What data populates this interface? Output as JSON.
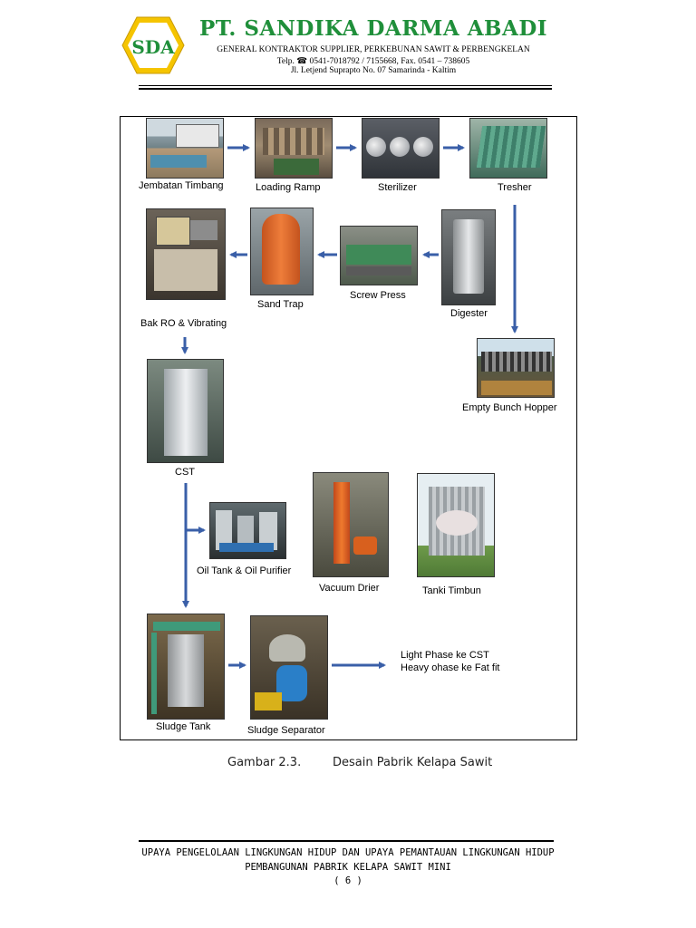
{
  "header": {
    "logo_text": "SDA",
    "company_name": "PT. SANDIKA DARMA ABADI",
    "line1": "GENERAL KONTRAKTOR SUPPLIER, PERKEBUNAN SAWIT & PERBENGKELAN",
    "line2": "Telp. ☎ 0541-7018792 / 7155668, Fax. 0541 – 738605",
    "line3": "Jl. Letjend Suprapto No. 07 Samarinda - Kaltim",
    "colors": {
      "company": "#1f8f3a",
      "logo_fill": "#f5c400",
      "logo_text": "#1f8f3a"
    }
  },
  "figure": {
    "labels": {
      "jembatan_timbang": "Jembatan Timbang",
      "loading_ramp": "Loading Ramp",
      "sterilizer": "Sterilizer",
      "tresher": "Tresher",
      "bak_ro": "Bak RO & Vibrating",
      "sand_trap": "Sand Trap",
      "screw_press": "Screw Press",
      "digester": "Digester",
      "empty_bunch_hopper": "Empty Bunch Hopper",
      "cst": "CST",
      "oil_tank": "Oil Tank & Oil Purifier",
      "vacuum_drier": "Vacuum Drier",
      "tanki_timbun": "Tanki Timbun",
      "sludge_tank": "Sludge Tank",
      "sludge_separator": "Sludge Separator",
      "light_phase": "Light Phase ke CST",
      "heavy_phase": "Heavy ohase ke Fat fit"
    },
    "photo_icons": [
      "weighbridge-photo",
      "loading-ramp-photo",
      "sterilizer-photo",
      "tresher-photo",
      "bak-ro-photo",
      "sand-trap-photo",
      "screw-press-photo",
      "digester-photo",
      "empty-bunch-hopper-photo",
      "cst-photo",
      "oil-tank-photo",
      "vacuum-drier-photo",
      "tanki-timbun-photo",
      "sludge-tank-photo",
      "sludge-separator-photo"
    ],
    "arrow_color": "#3a5fa8"
  },
  "caption": {
    "number": "Gambar 2.3.",
    "text": "Desain Pabrik Kelapa Sawit"
  },
  "footer": {
    "line1": "UPAYA PENGELOLAAN LINGKUNGAN HIDUP DAN UPAYA PEMANTAUAN LINGKUNGAN HIDUP",
    "line2": "PEMBANGUNAN PABRIK KELAPA SAWIT MINI",
    "page": "( 6 )"
  }
}
